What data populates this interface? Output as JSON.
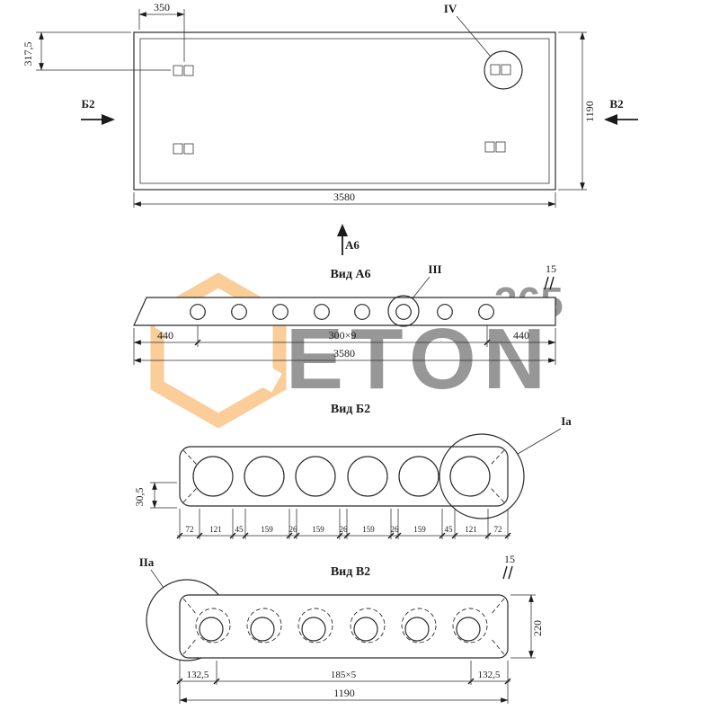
{
  "watermark": {
    "brand": "ETON",
    "number": "365"
  },
  "plan": {
    "dim_350": "350",
    "dim_317_5": "317,5",
    "dim_1190": "1190",
    "dim_3580": "3580",
    "section_left": "Б2",
    "section_right": "В2",
    "section_bottom": "А6",
    "detail_iv": "IV"
  },
  "view_a6": {
    "title": "Вид А6",
    "detail_iii": "III",
    "edge_15": "15",
    "dim_440_left": "440",
    "dim_300x9": "300×9",
    "dim_440_right": "440",
    "dim_3580": "3580"
  },
  "view_b2": {
    "title": "Вид Б2",
    "detail_ia": "Iа",
    "dim_30_5": "30,5",
    "chain": [
      "72",
      "121",
      "45",
      "159",
      "26",
      "159",
      "26",
      "159",
      "26",
      "159",
      "45",
      "121",
      "72"
    ]
  },
  "view_v2": {
    "title": "Вид В2",
    "detail_iia": "IIа",
    "edge_15": "15",
    "dim_220": "220",
    "dim_132_5_left": "132,5",
    "dim_185x5": "185×5",
    "dim_132_5_right": "132,5",
    "dim_1190": "1190"
  }
}
